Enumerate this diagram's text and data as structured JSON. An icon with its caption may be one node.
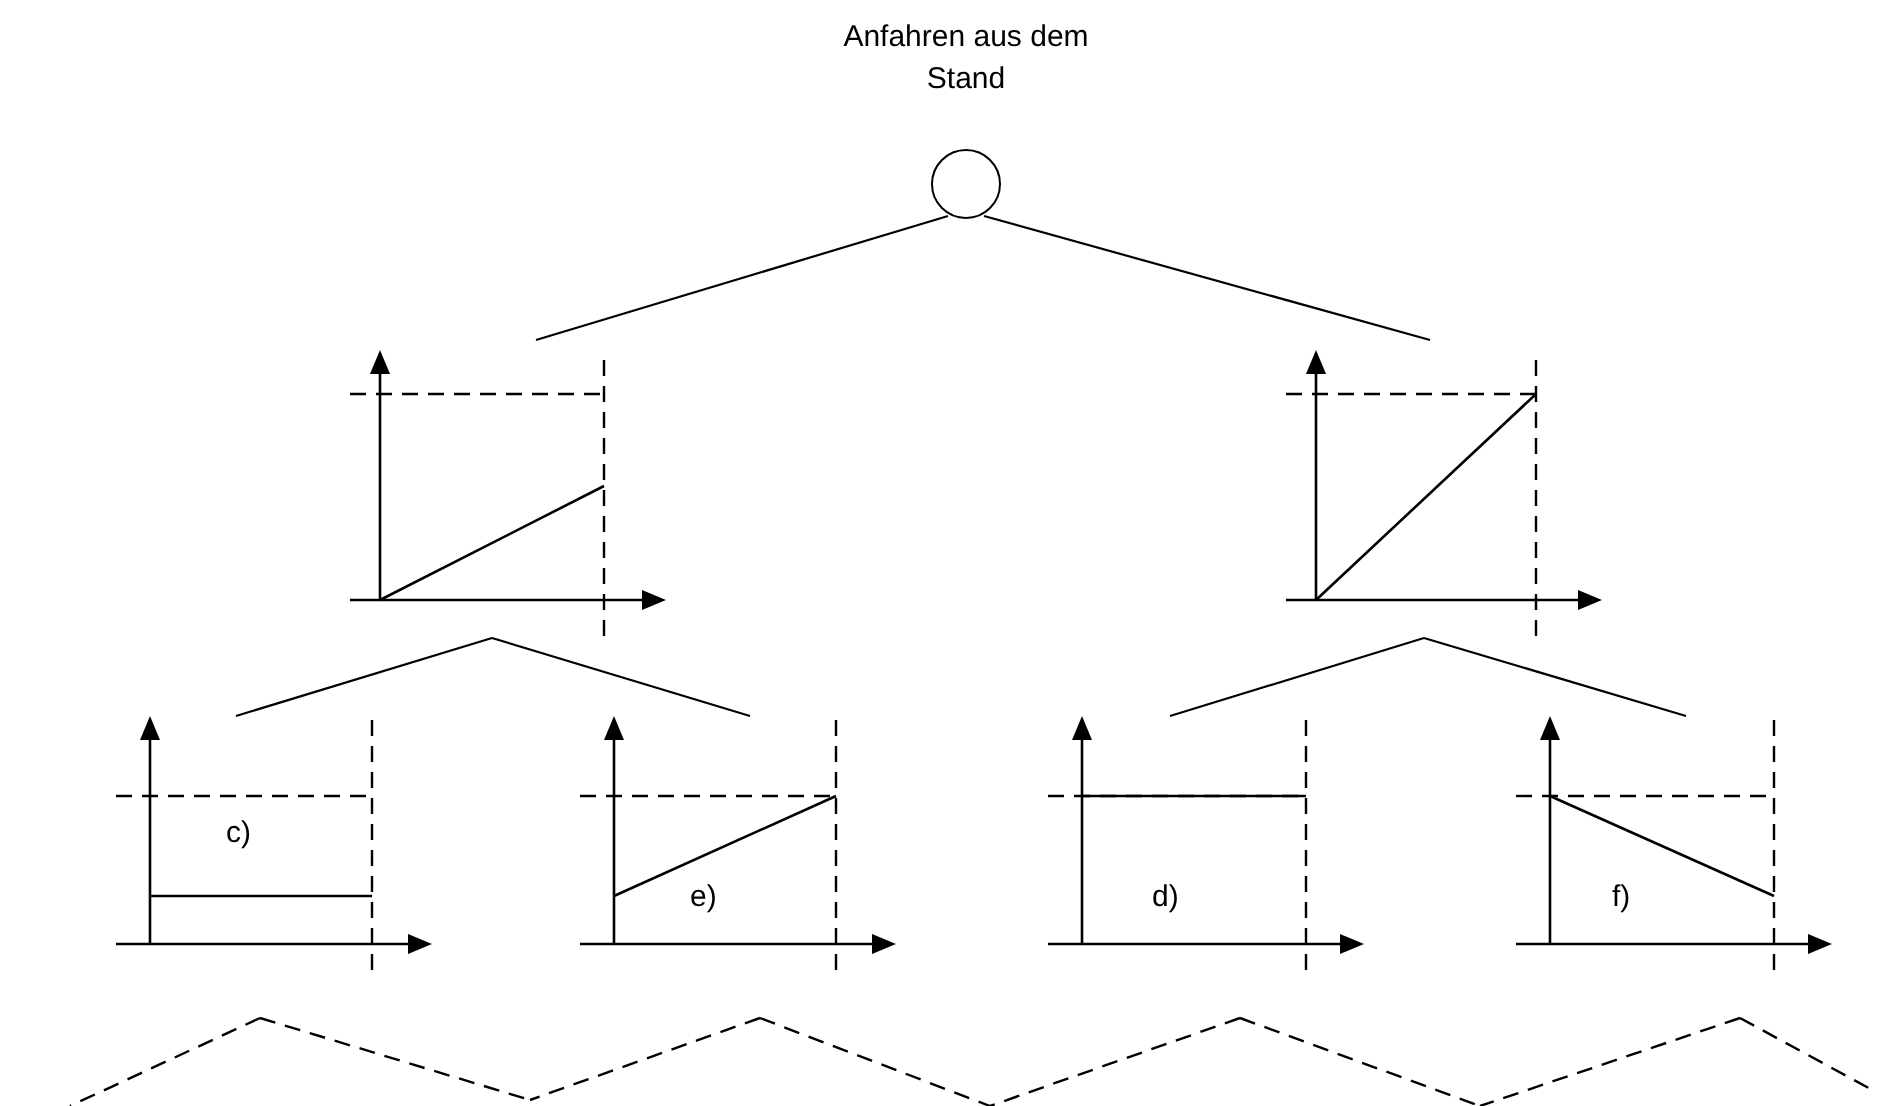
{
  "diagram": {
    "nodes": [
      {
        "text": [
          "Anfahren aus dem Stand"
        ]
      },
      {
        "text": [],
        "shape": "picture"
      },
      {
        "text": [],
        "shape": "picture"
      },
      {
        "text": [
          "c)"
        ]
      },
      {
        "text": [
          "e)"
        ]
      },
      {
        "text": [
          "d)"
        ]
      },
      {
        "text": [
          "f)"
        ]
      }
    ],
    "edges": [
      {
        "from": 0,
        "to": 1,
        "arrow": "none"
      },
      {
        "from": 0,
        "to": 2,
        "arrow": "none"
      },
      {
        "from": 1,
        "to": 3,
        "arrow": "none"
      },
      {
        "from": 1,
        "to": 4,
        "arrow": "none"
      },
      {
        "from": 2,
        "to": 5,
        "arrow": "none"
      },
      {
        "from": 2,
        "to": 6,
        "arrow": "none"
      },
      {
        "from": 3,
        "to": null,
        "arrow": "none",
        "style": "dashed"
      },
      {
        "from": 3,
        "to": null,
        "arrow": "none",
        "style": "dashed"
      },
      {
        "from": 4,
        "to": null,
        "arrow": "none",
        "style": "dashed"
      },
      {
        "from": 4,
        "to": null,
        "arrow": "none",
        "style": "dashed"
      },
      {
        "from": 5,
        "to": null,
        "arrow": "none",
        "style": "dashed"
      },
      {
        "from": 5,
        "to": null,
        "arrow": "none",
        "style": "dashed"
      },
      {
        "from": 6,
        "to": null,
        "arrow": "none",
        "style": "dashed"
      },
      {
        "from": 6,
        "to": null,
        "arrow": "none",
        "style": "dashed"
      }
    ]
  }
}
